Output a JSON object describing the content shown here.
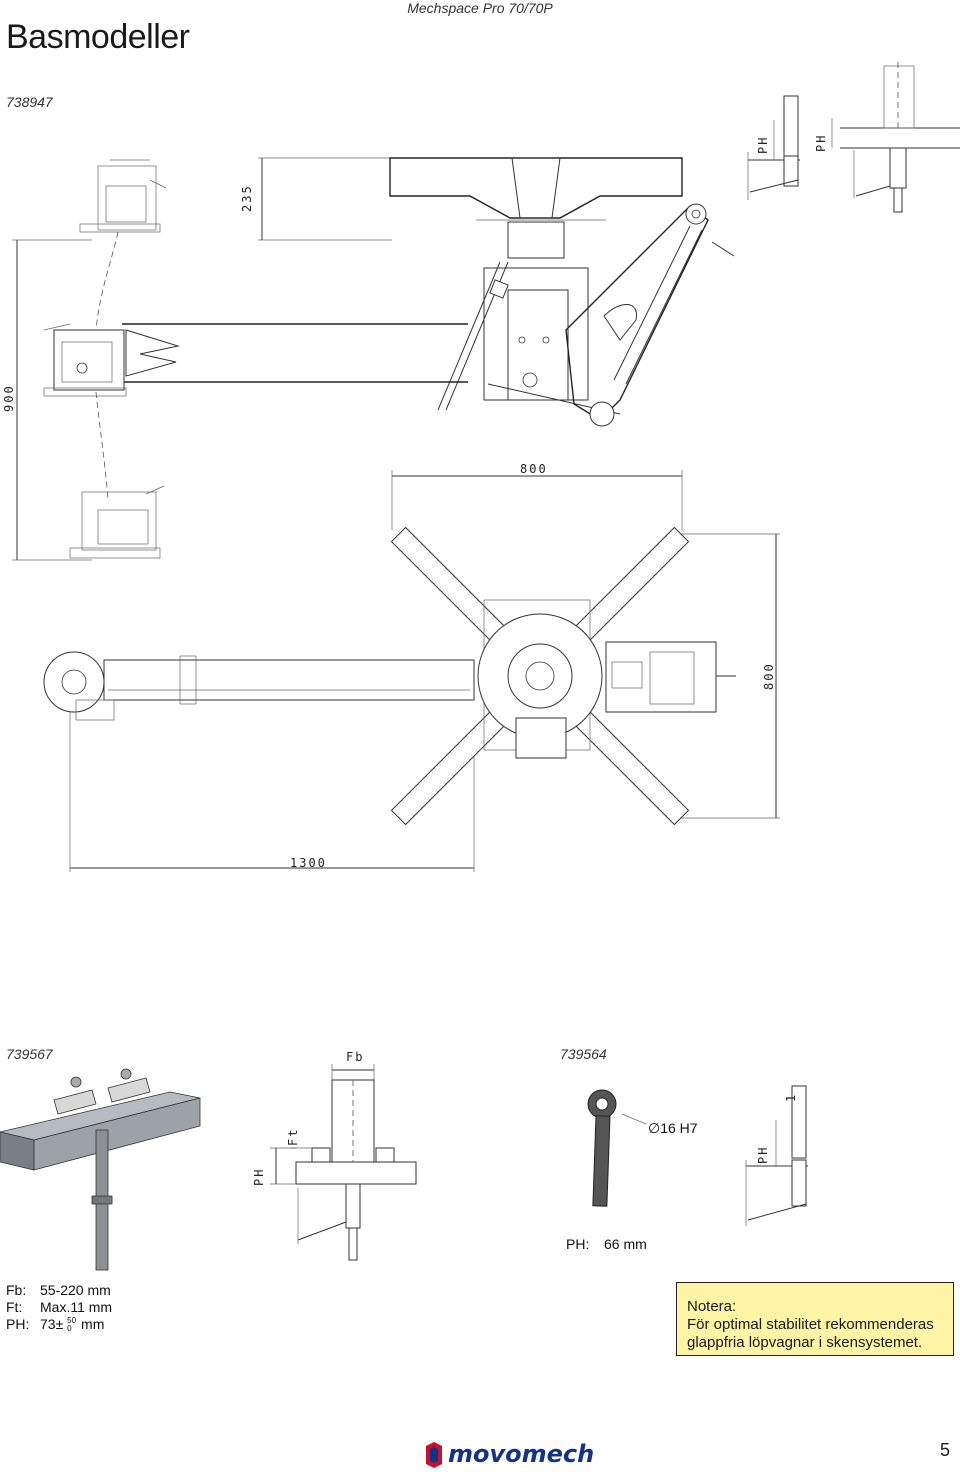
{
  "header": {
    "title": "Basmodeller",
    "subtitle": "Mechspace Pro 70/70P"
  },
  "codes": {
    "top": "738947",
    "bottom_left": "739567",
    "bottom_right": "739564"
  },
  "dimensions": {
    "d235": "235",
    "d900": "900",
    "d800_top": "800",
    "d800_side": "800",
    "d1300": "1300",
    "ph_label": "PH",
    "fb_label": "Fb",
    "ft_label": "Ft",
    "ph_one": "1"
  },
  "eyebolt": {
    "diameter": "∅16 H7",
    "ph_key": "PH:",
    "ph_value": "66 mm"
  },
  "specs": {
    "fb_key": "Fb:",
    "fb_value": "55-220 mm",
    "ft_key": "Ft:",
    "ft_value": "Max.11 mm",
    "ph_key": "PH:",
    "ph_value_main": "73±",
    "ph_tol_upper": "50",
    "ph_tol_lower": "0",
    "ph_unit": "mm"
  },
  "note": {
    "heading": "Notera:",
    "line1": "För optimal stabilitet rekommenderas",
    "line2": "glappfria löpvagnar i skensystemet."
  },
  "footer": {
    "logo": "movomech",
    "page_number": "5"
  },
  "colors": {
    "note_bg": "#fff3a6",
    "logo_blue": "#13338a",
    "logo_red": "#c8102e",
    "bar_fill": "#8a8f96"
  }
}
